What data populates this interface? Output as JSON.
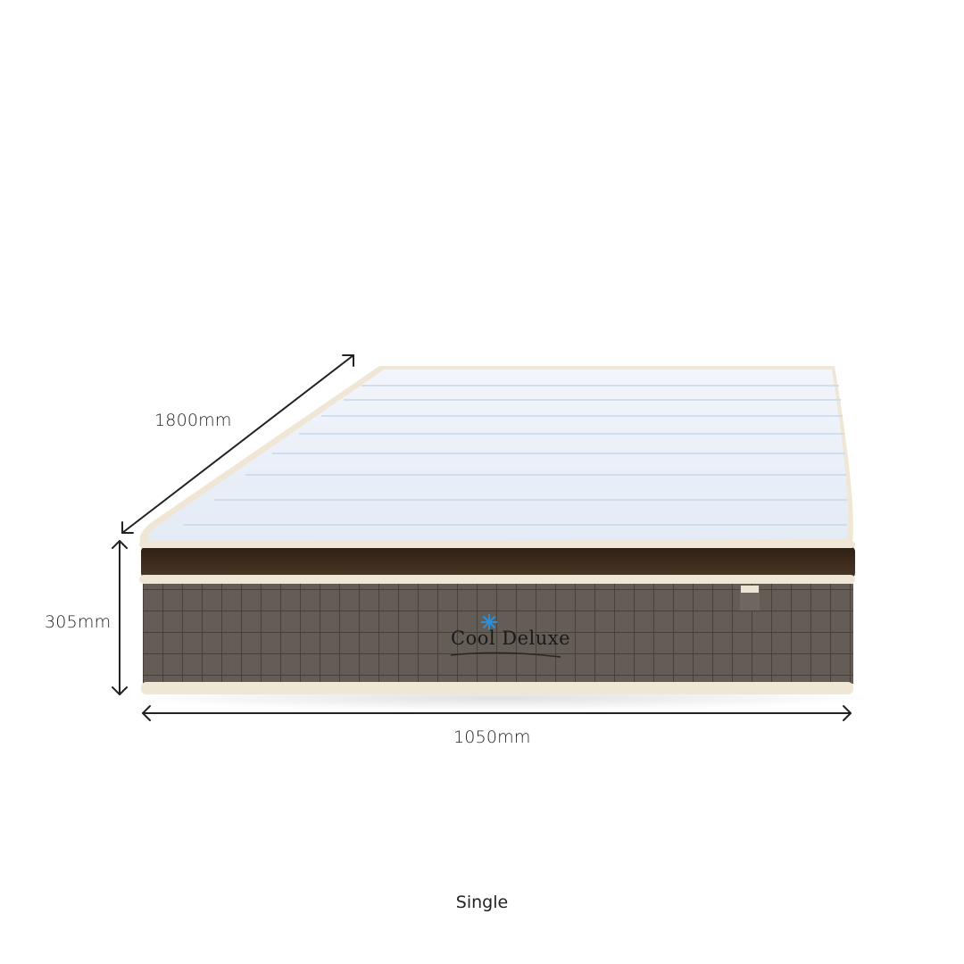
{
  "product": {
    "brand_label": "Cool Deluxe",
    "size_name": "Single",
    "colors": {
      "top_panel": "#e8eff8",
      "piping": "#efe6d6",
      "euro_top_band": "#3b2a1c",
      "side_fabric": "#5f5852",
      "side_grid": "#3e3834",
      "logo_snowflake": "#2a8fd6",
      "arrow": "#222222"
    }
  },
  "dimensions": {
    "length": {
      "label": "1800mm",
      "value": 1800,
      "unit": "mm"
    },
    "height": {
      "label": "305mm",
      "value": 305,
      "unit": "mm"
    },
    "width": {
      "label": "1050mm",
      "value": 1050,
      "unit": "mm"
    }
  }
}
